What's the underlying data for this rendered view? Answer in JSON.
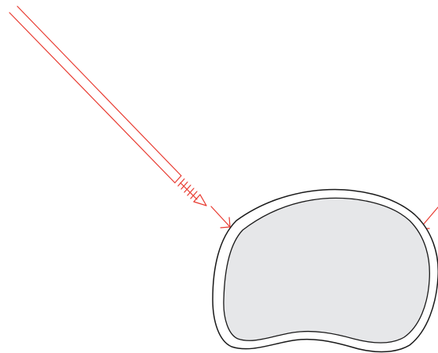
{
  "diagram": {
    "description_elements": [
      "screw",
      "arrow-left",
      "arrow-right",
      "bone-cross-section"
    ],
    "colors": {
      "screw": "#e8392f",
      "arrow": "#e8392f",
      "cortex_outline": "#1a1a1a",
      "cortex_fill": "#ffffff",
      "medulla_fill": "#e6e7e9",
      "background": "#ffffff"
    }
  }
}
